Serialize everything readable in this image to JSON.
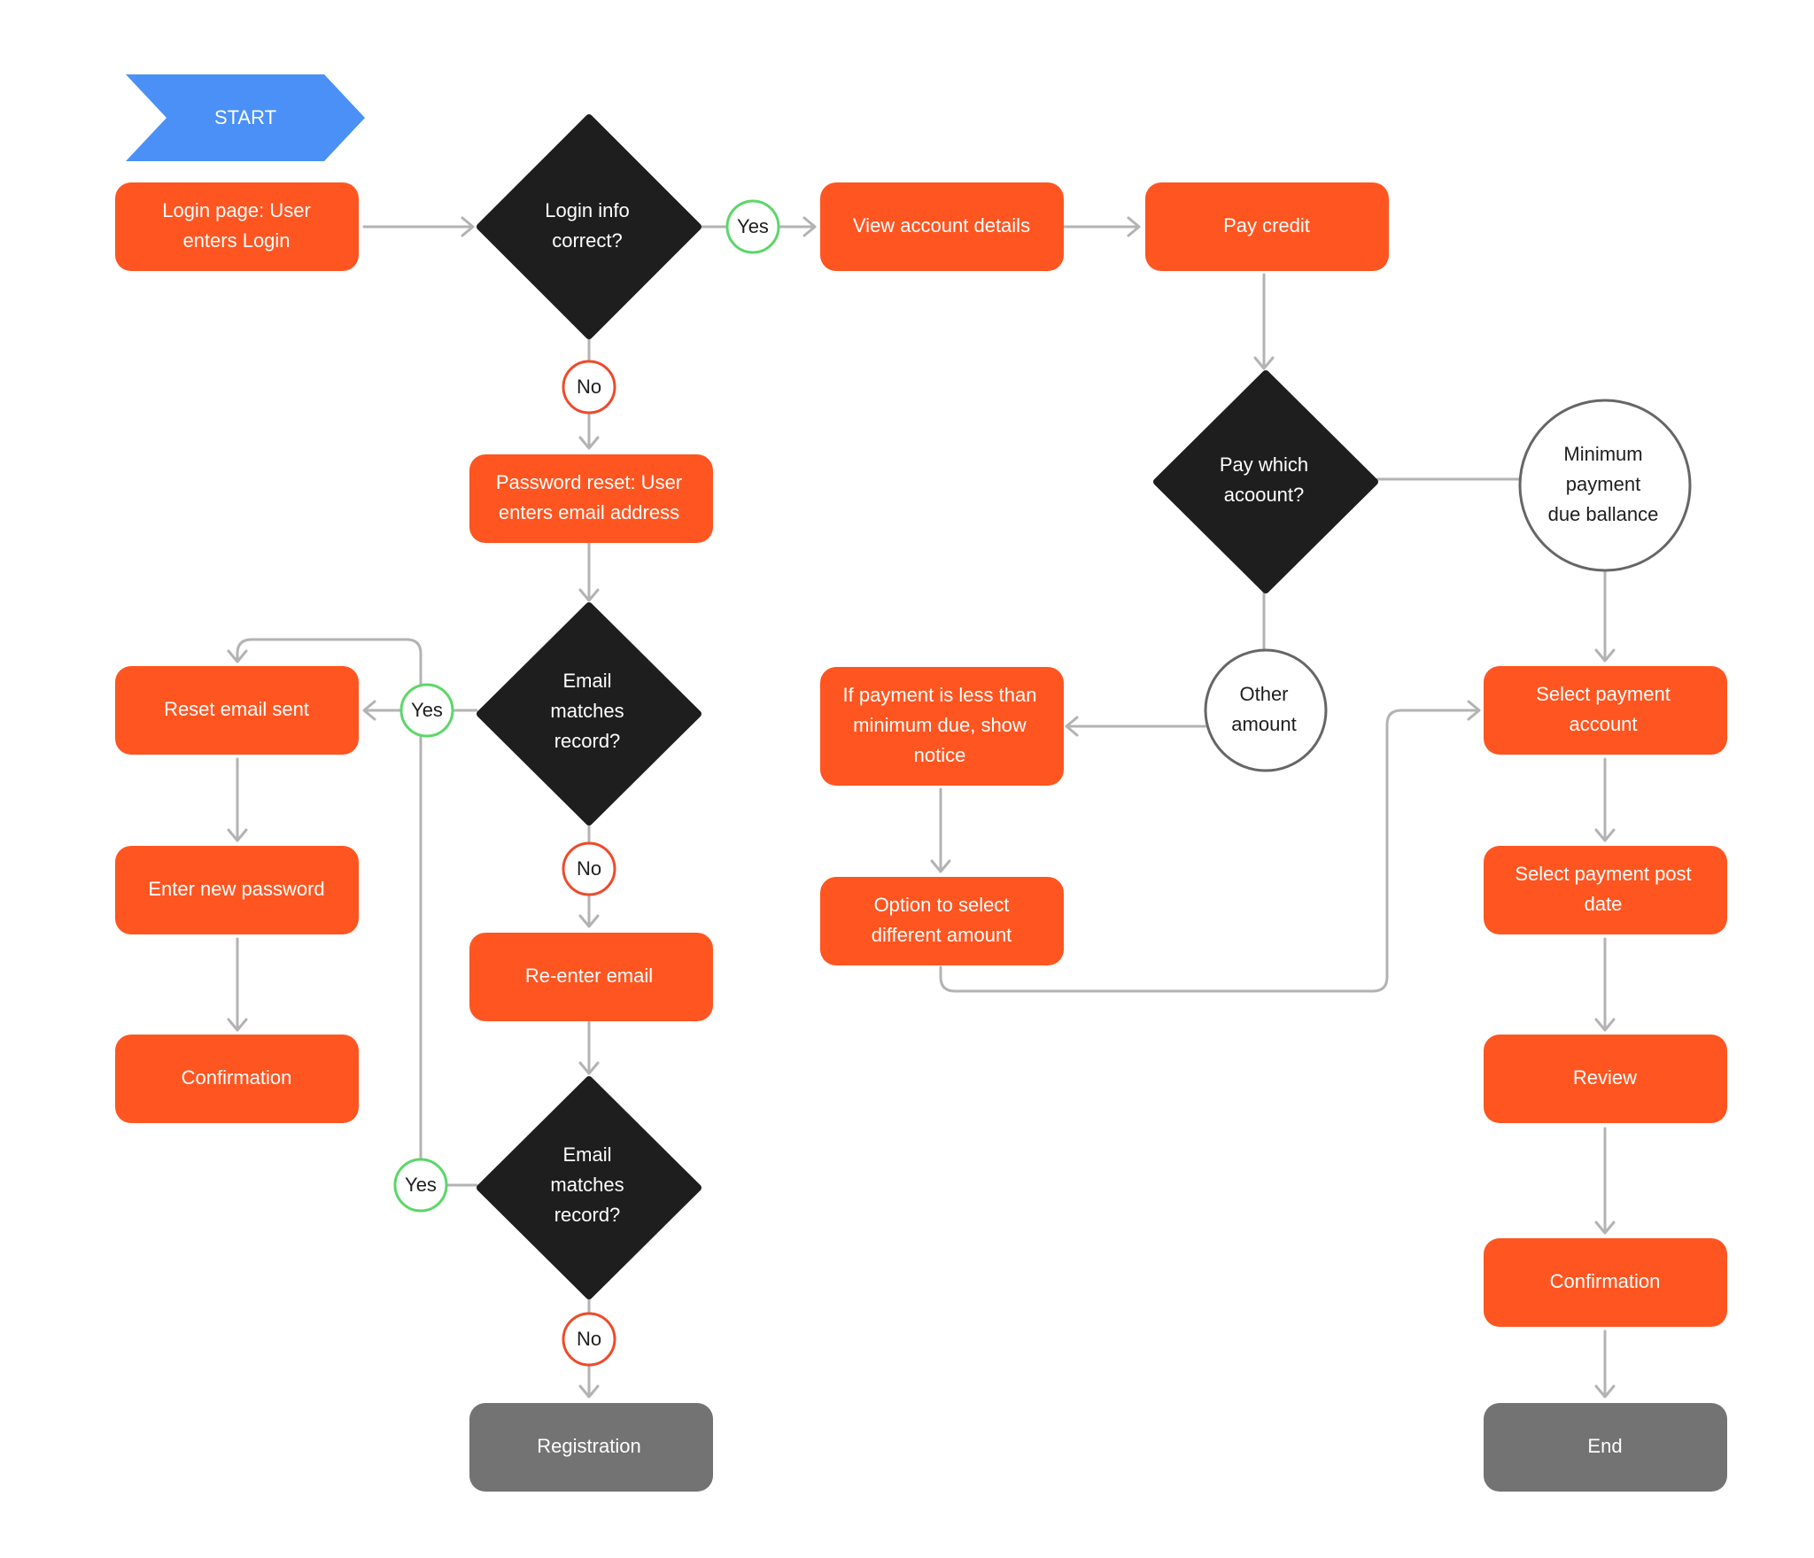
{
  "colors": {
    "process": "#ff5520",
    "decision": "#1e1e1e",
    "terminal": "#737373",
    "start": "#4a90f7",
    "yes_badge": "#5cd669",
    "no_badge": "#ef4a2a",
    "connector": "#b3b3b3",
    "choice_circle": "#666666"
  },
  "nodes": {
    "start": "START",
    "login_page": [
      "Login page: User",
      "enters Login"
    ],
    "login_correct": [
      "Login info",
      "correct?"
    ],
    "view_account": [
      "View account details"
    ],
    "pay_credit": [
      "Pay credit"
    ],
    "password_reset": [
      "Password reset: User",
      "enters email address"
    ],
    "email_match_1": [
      "Email",
      "matches",
      "record?"
    ],
    "reset_email_sent": [
      "Reset email sent"
    ],
    "enter_new_password": [
      "Enter new password"
    ],
    "confirmation_left": [
      "Confirmation"
    ],
    "reenter_email": [
      "Re-enter email"
    ],
    "email_match_2": [
      "Email",
      "matches",
      "record?"
    ],
    "registration": [
      "Registration"
    ],
    "pay_which": [
      "Pay which",
      "acoount?"
    ],
    "minimum_payment": [
      "Minimum",
      "payment",
      "due ballance"
    ],
    "other_amount": [
      "Other",
      "amount"
    ],
    "payment_notice": [
      "If payment is less than",
      "minimum due, show",
      "notice"
    ],
    "option_select": [
      "Option to select",
      "different amount"
    ],
    "select_account": [
      "Select payment",
      "account"
    ],
    "select_post_date": [
      "Select payment post",
      "date"
    ],
    "review": [
      "Review"
    ],
    "confirmation_right": [
      "Confirmation"
    ],
    "end": [
      "End"
    ]
  },
  "badges": {
    "yes": "Yes",
    "no": "No"
  }
}
